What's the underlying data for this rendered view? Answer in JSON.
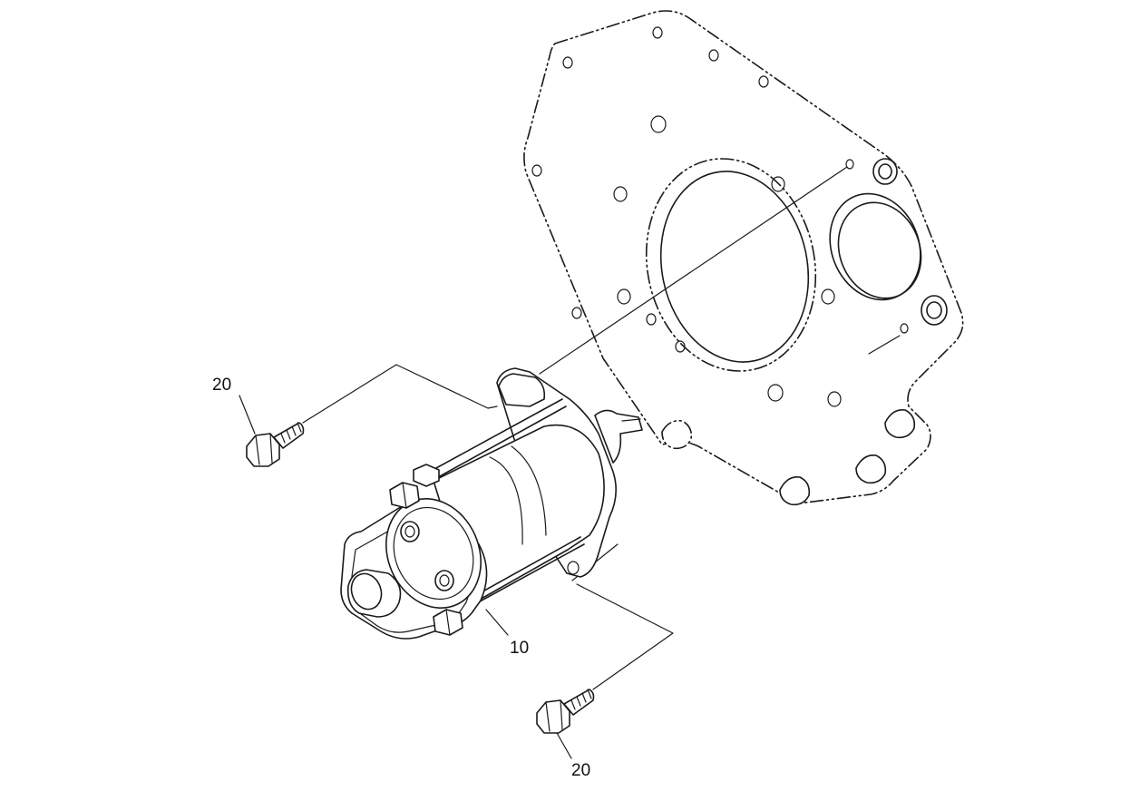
{
  "callouts": {
    "bolt_upper": "20",
    "starter_motor": "10",
    "bolt_lower": "20"
  }
}
